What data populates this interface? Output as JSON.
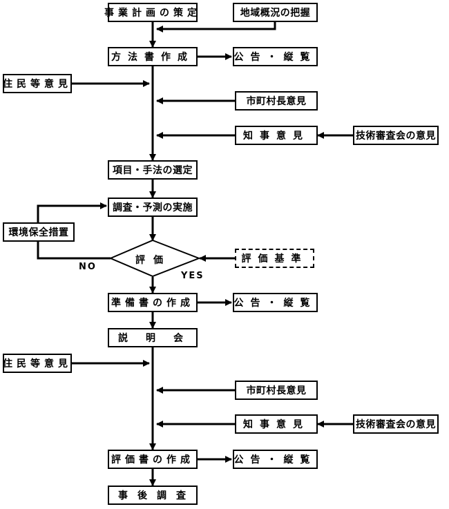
{
  "flow": {
    "project_plan": "事業計画の策定",
    "regional_overview": "地域概況の把握",
    "method_doc": "方法書作成",
    "notice_1": "公告・縦覧",
    "residents_1": "住民等意見",
    "mayors_1": "市町村長意見",
    "governor_1": "知事意見",
    "tech_review_1": "技術審査会の意見",
    "item_selection": "項目・手法の選定",
    "survey": "調査・予測の実施",
    "env_measures": "環境保全措置",
    "evaluation": "評価",
    "eval_criteria": "評価基準",
    "no_label": "NO",
    "yes_label": "YES",
    "prep_doc": "準備書の作成",
    "notice_2": "公告・縦覧",
    "briefing": "説明会",
    "residents_2": "住民等意見",
    "mayors_2": "市町村長意見",
    "governor_2": "知事意見",
    "tech_review_2": "技術審査会の意見",
    "eval_doc": "評価書の作成",
    "notice_3": "公告・縦覧",
    "post_survey": "事後調査"
  }
}
